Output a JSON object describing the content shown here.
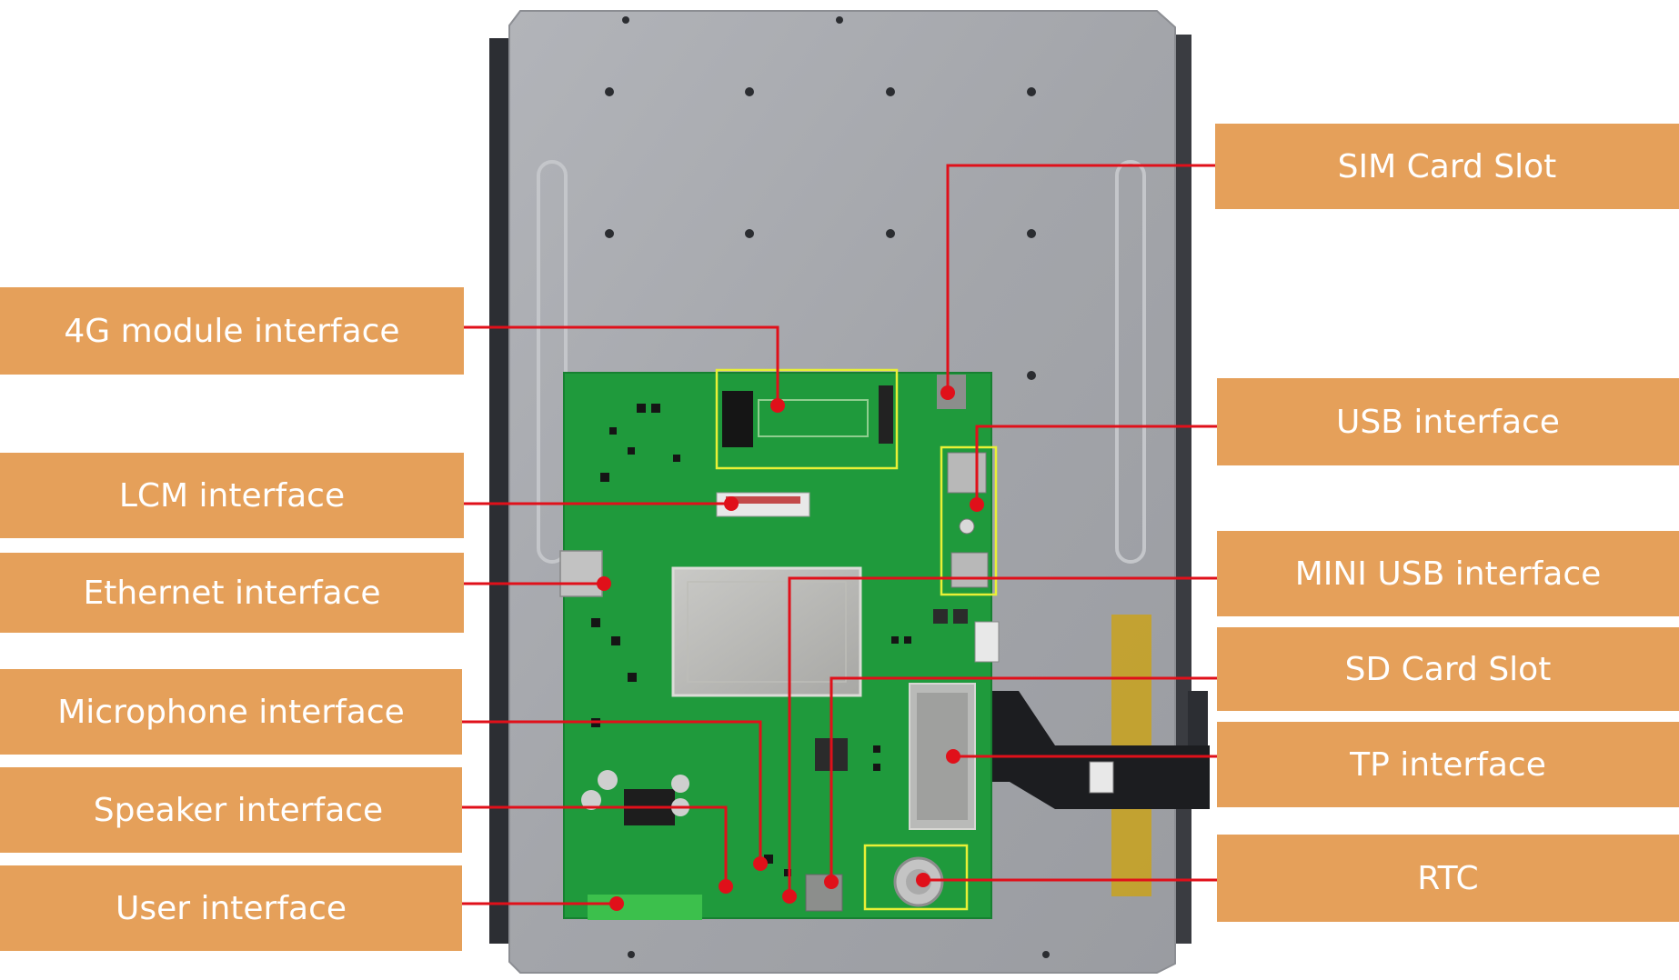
{
  "colors": {
    "label_bg": "#e5a05a",
    "label_text": "#ffffff",
    "leader_line": "#e0101a",
    "highlight_box": "#e8f036",
    "panel_metal": "#a9abb0",
    "pcb_green": "#1f9a3c"
  },
  "labels": {
    "sim_card_slot": "SIM Card Slot",
    "module_4g": "4G module interface",
    "usb": "USB interface",
    "lcm": "LCM interface",
    "ethernet": "Ethernet interface",
    "mini_usb": "MINI USB interface",
    "sd_card_slot": "SD Card Slot",
    "microphone": "Microphone interface",
    "tp": "TP interface",
    "speaker": "Speaker interface",
    "rtc": "RTC",
    "user": "User interface"
  }
}
